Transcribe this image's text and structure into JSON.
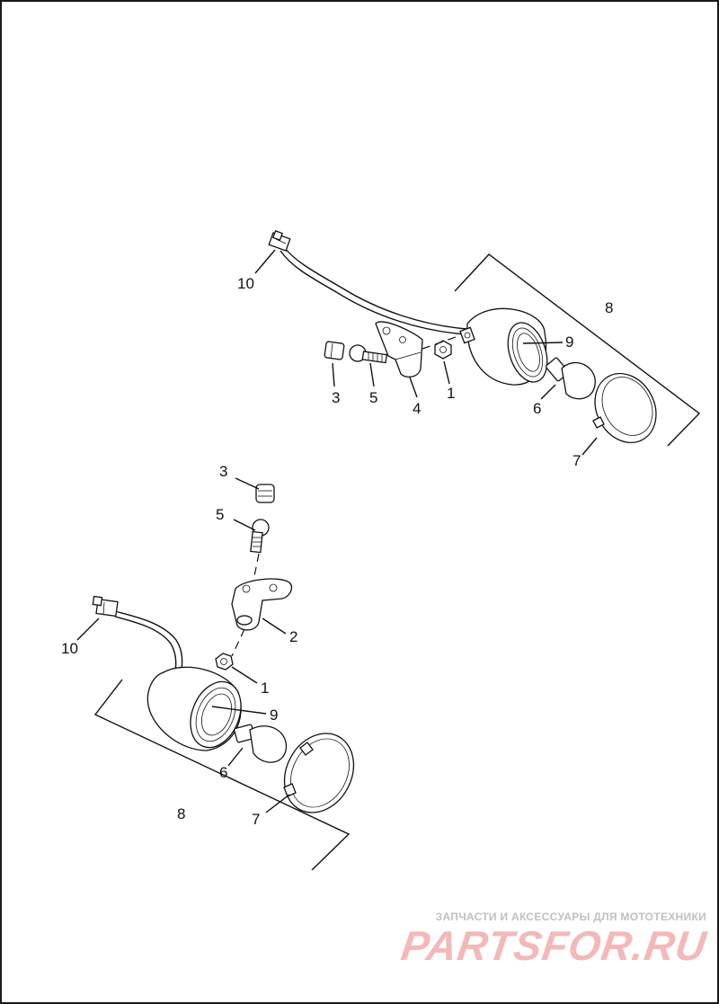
{
  "diagram": {
    "upper_assembly": {
      "callouts": {
        "c10": "10",
        "c8": "8",
        "c9": "9",
        "c3": "3",
        "c5": "5",
        "c4": "4",
        "c1": "1",
        "c6": "6",
        "c7": "7"
      }
    },
    "lower_assembly": {
      "callouts": {
        "c3": "3",
        "c5": "5",
        "c2": "2",
        "c10": "10",
        "c1": "1",
        "c9": "9",
        "c6": "6",
        "c8": "8",
        "c7": "7"
      }
    }
  },
  "watermark": {
    "caption": "ЗАПЧАСТИ И АКСЕССУАРЫ ДЛЯ МОТОТЕХНИКИ",
    "logo": "PARTSFOR.RU"
  }
}
